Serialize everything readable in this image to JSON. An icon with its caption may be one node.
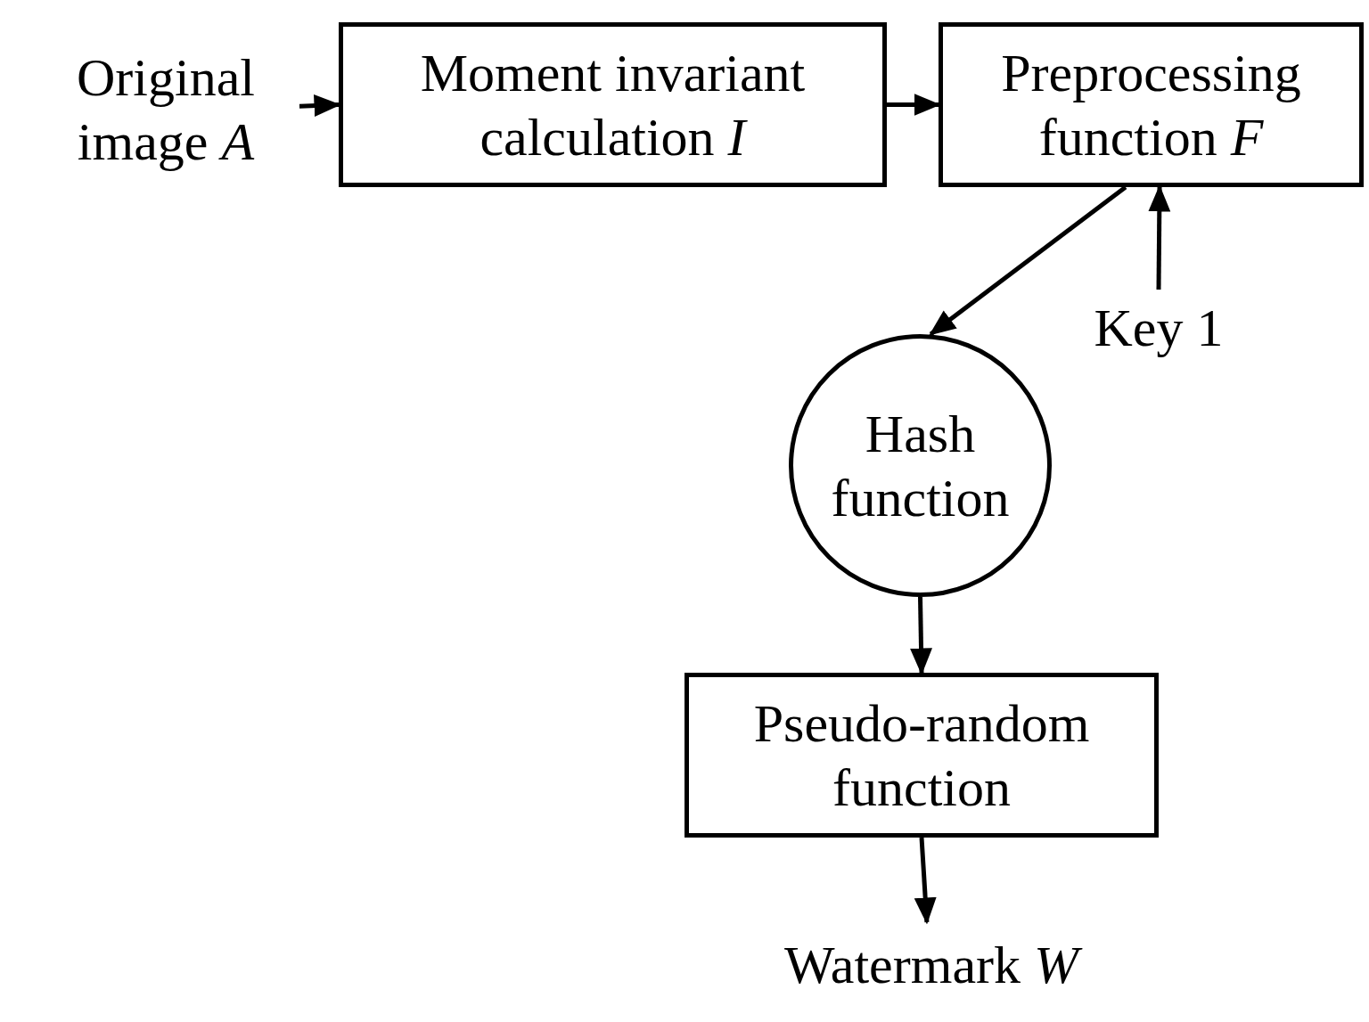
{
  "diagram": {
    "nodes": [
      {
        "text": [
          "Original image *A*"
        ]
      },
      {
        "text": [
          "Moment invariant calculation *I*"
        ]
      },
      {
        "text": [
          "Preprocessing function *F*"
        ]
      },
      {
        "text": [
          "Key 1"
        ]
      },
      {
        "text": [
          "Hash function"
        ]
      },
      {
        "text": [
          "Pseudo-random function"
        ]
      },
      {
        "text": [
          "Watermark *W*"
        ]
      }
    ],
    "edges": [
      {
        "from": 0,
        "to": 1,
        "arrow": "to"
      },
      {
        "from": 1,
        "to": 2,
        "arrow": "to"
      },
      {
        "from": 3,
        "to": 2,
        "arrow": "to"
      },
      {
        "from": 2,
        "to": 4,
        "arrow": "to"
      },
      {
        "from": 4,
        "to": 5,
        "arrow": "to"
      },
      {
        "from": 5,
        "to": 6,
        "arrow": "to"
      }
    ]
  }
}
